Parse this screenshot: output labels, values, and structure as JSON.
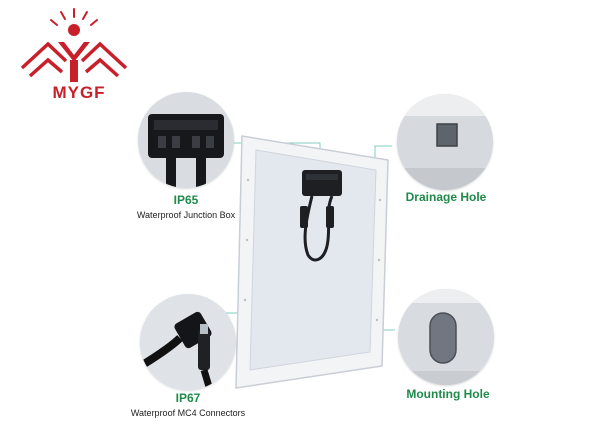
{
  "brand": {
    "name": "MYGF",
    "color": "#c8202a"
  },
  "features": [
    {
      "title": "IP65",
      "subtitle": "Waterproof Junction Box",
      "icon": "junction-box-icon"
    },
    {
      "title": "Drainage Hole",
      "subtitle": "",
      "icon": "drainage-hole-icon"
    },
    {
      "title": "IP67",
      "subtitle": "Waterproof MC4 Connectors",
      "icon": "mc4-connector-icon"
    },
    {
      "title": "Mounting Hole",
      "subtitle": "",
      "icon": "mounting-hole-icon"
    }
  ],
  "colors": {
    "title_text": "#1f8a4a",
    "leader_line": "#7fcfc0",
    "panel_frame": "#f2f3f5",
    "panel_back": "#e4e8ee"
  }
}
